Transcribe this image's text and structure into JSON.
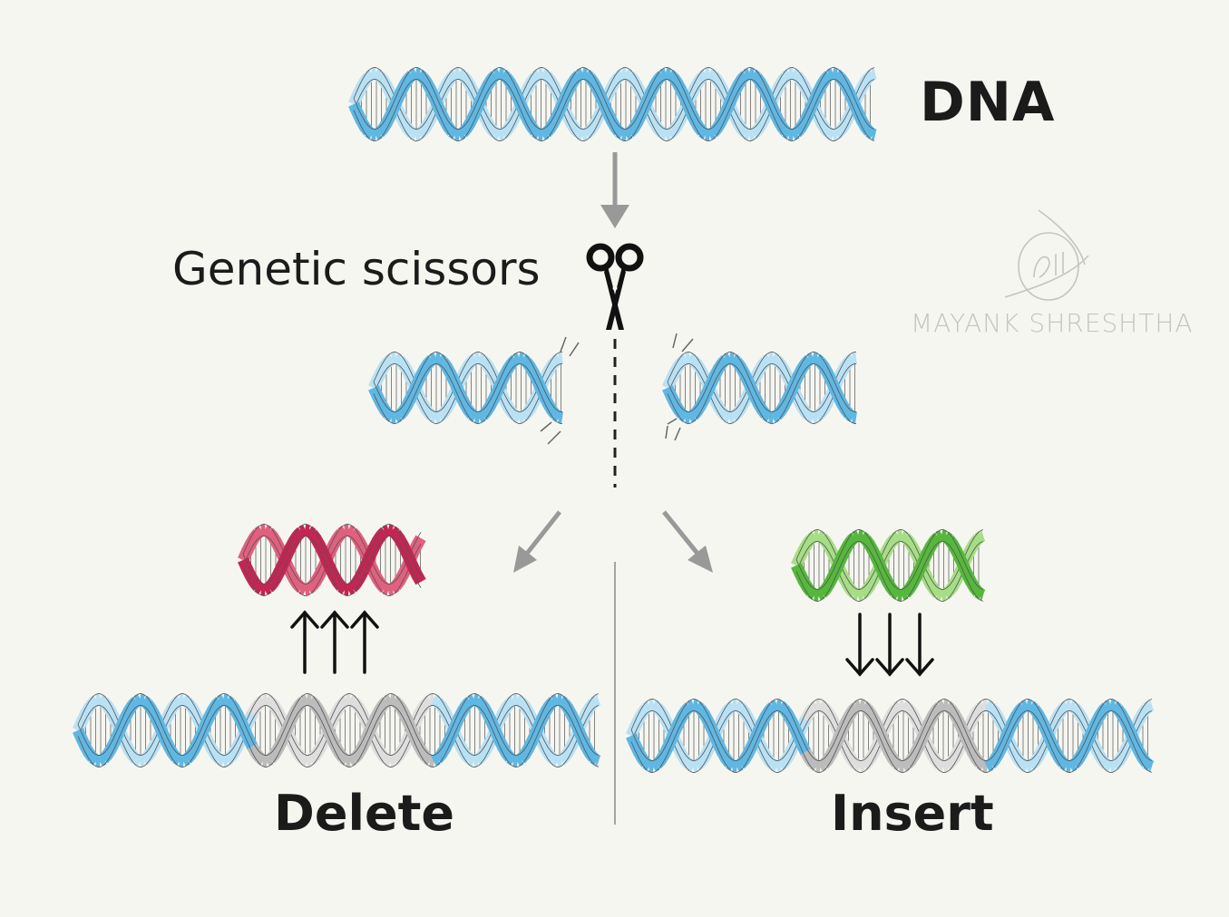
{
  "labels": {
    "dna": "DNA",
    "scissors": "Genetic scissors",
    "delete": "Delete",
    "insert": "Insert"
  },
  "watermark": {
    "name": "MAYANK SHRESHTHA",
    "monogram": "M"
  },
  "colors": {
    "background": "#f6f6f1",
    "dna_blue": "#5fb7e3",
    "dna_blue_light": "#b9e1f4",
    "delete_red": "#c42551",
    "insert_green": "#55b83c",
    "segment_gray": "#c9c9c9",
    "arrow_gray": "#999999",
    "ink": "#1b1b1b"
  },
  "icons": {
    "scissors": "scissors-icon",
    "arrow_down": "arrow-down-icon",
    "arrow_diag_left": "arrow-down-left-icon",
    "arrow_diag_right": "arrow-down-right-icon",
    "arrows_up": "triple-up-arrow-icon",
    "arrows_down": "triple-down-arrow-icon"
  }
}
